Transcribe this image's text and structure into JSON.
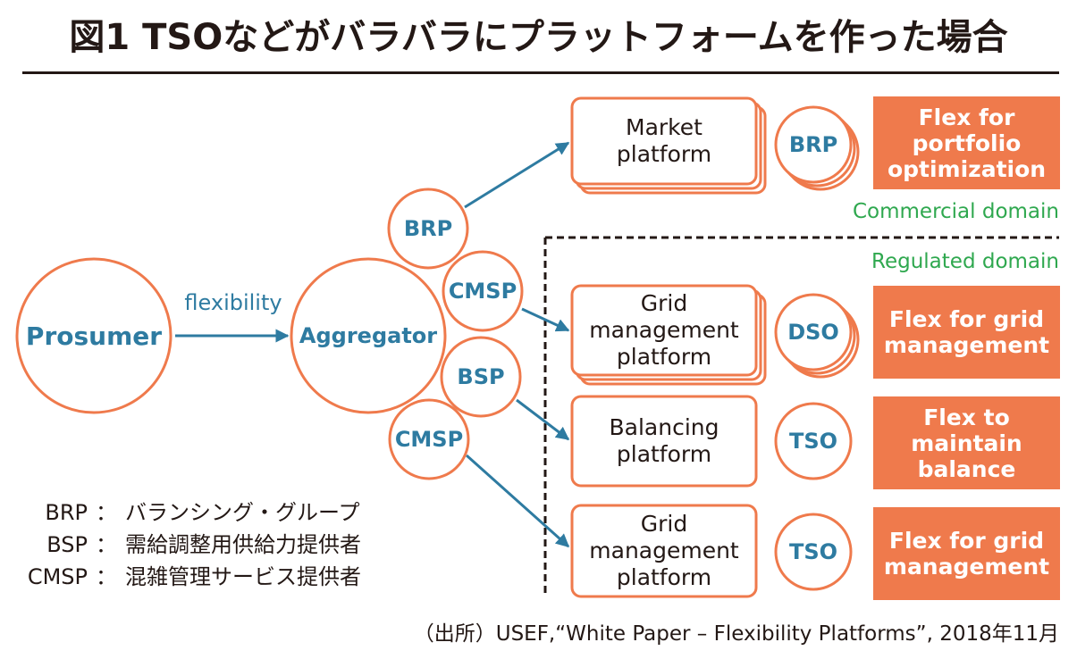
{
  "title": "図1 TSOなどがバラバラにプラットフォームを作った場合",
  "prosumer": "Prosumer",
  "aggregator": "Aggregator",
  "flow_label": "flexibility",
  "aggregator_roles": [
    "BRP",
    "CMSP",
    "BSP",
    "CMSP"
  ],
  "platforms": [
    {
      "name": "Market\nplatform",
      "role": "BRP",
      "flex": "Flex for\nportfolio\noptimization",
      "stacked": true
    },
    {
      "name": "Grid\nmanagement\nplatform",
      "role": "DSO",
      "flex": "Flex for grid\nmanagement",
      "stacked": true
    },
    {
      "name": "Balancing\nplatform",
      "role": "TSO",
      "flex": "Flex to\nmaintain\nbalance",
      "stacked": false
    },
    {
      "name": "Grid\nmanagement\nplatform",
      "role": "TSO",
      "flex": "Flex for grid\nmanagement",
      "stacked": false
    }
  ],
  "domains": {
    "commercial": "Commercial domain",
    "regulated": "Regulated domain"
  },
  "legend": [
    {
      "abbr": "BRP",
      "colon": "：",
      "desc": "バランシング・グループ"
    },
    {
      "abbr": "BSP",
      "colon": "：",
      "desc": "需給調整用供給力提供者"
    },
    {
      "abbr": "CMSP",
      "colon": "：",
      "desc": "混雑管理サービス提供者"
    }
  ],
  "source": "（出所）USEF,“White Paper – Flexibility Platforms”, 2018年11月",
  "colors": {
    "orange": "#ef7a4c",
    "blue": "#2e7ba1",
    "green": "#2fa84f",
    "text": "#231815"
  }
}
